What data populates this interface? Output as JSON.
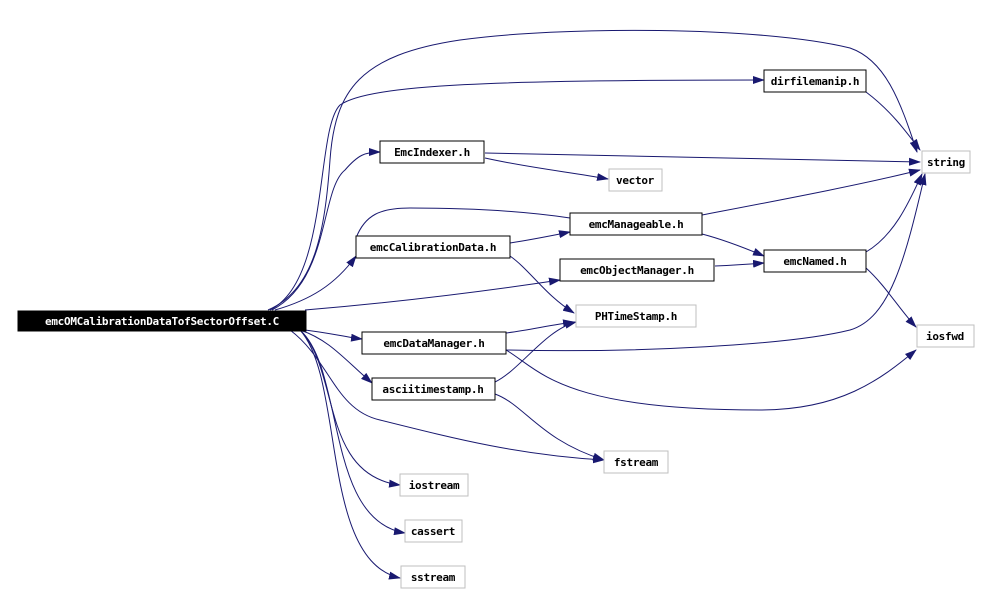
{
  "nodes": {
    "root": "emcOMCalibrationDataTofSectorOffset.C",
    "dirfilemanip": "dirfilemanip.h",
    "string": "string",
    "emcindexer": "EmcIndexer.h",
    "vector": "vector",
    "emccalibrationdata": "emcCalibrationData.h",
    "emcmanageable": "emcManageable.h",
    "emcobjectmanager": "emcObjectManager.h",
    "emcnamed": "emcNamed.h",
    "phtimestamp": "PHTimeStamp.h",
    "emcdatamanager": "emcDataManager.h",
    "iosfwd": "iosfwd",
    "asciitimestamp": "asciitimestamp.h",
    "fstream": "fstream",
    "iostream": "iostream",
    "cassert": "cassert",
    "sstream": "sstream"
  },
  "colors": {
    "edge": "#191970",
    "root_fill": "#000000",
    "root_text": "#ffffff",
    "system_border": "#bfbfbf",
    "header_border": "#000000"
  }
}
